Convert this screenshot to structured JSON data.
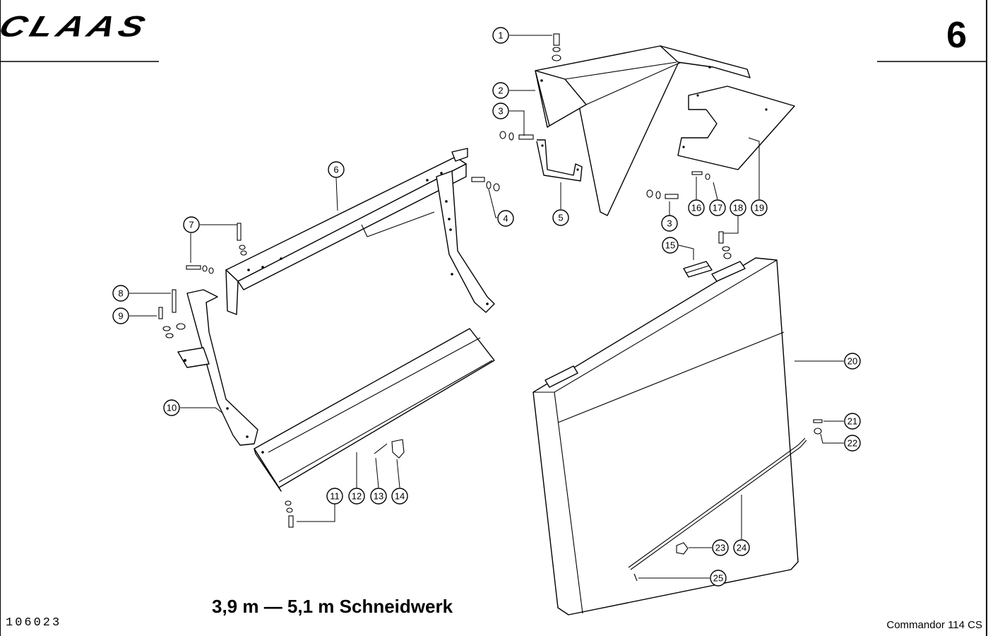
{
  "header": {
    "brand_logo": "CLAAS",
    "page_number": "6"
  },
  "footer": {
    "title": "3,9 m — 5,1 m Schneidwerk",
    "document_number": "106023",
    "model": "Commandor 114 CS"
  },
  "callouts": [
    {
      "id": "c1",
      "label": "1"
    },
    {
      "id": "c2",
      "label": "2"
    },
    {
      "id": "c3a",
      "label": "3"
    },
    {
      "id": "c3b",
      "label": "3"
    },
    {
      "id": "c4",
      "label": "4"
    },
    {
      "id": "c5",
      "label": "5"
    },
    {
      "id": "c6",
      "label": "6"
    },
    {
      "id": "c7",
      "label": "7"
    },
    {
      "id": "c8",
      "label": "8"
    },
    {
      "id": "c9",
      "label": "9"
    },
    {
      "id": "c10",
      "label": "10"
    },
    {
      "id": "c11",
      "label": "11"
    },
    {
      "id": "c12",
      "label": "12"
    },
    {
      "id": "c13",
      "label": "13"
    },
    {
      "id": "c14",
      "label": "14"
    },
    {
      "id": "c15",
      "label": "15"
    },
    {
      "id": "c16",
      "label": "16"
    },
    {
      "id": "c17",
      "label": "17"
    },
    {
      "id": "c18",
      "label": "18"
    },
    {
      "id": "c19",
      "label": "19"
    },
    {
      "id": "c20",
      "label": "20"
    },
    {
      "id": "c21",
      "label": "21"
    },
    {
      "id": "c22",
      "label": "22"
    },
    {
      "id": "c23",
      "label": "23"
    },
    {
      "id": "c24",
      "label": "24"
    },
    {
      "id": "c25",
      "label": "25"
    }
  ]
}
